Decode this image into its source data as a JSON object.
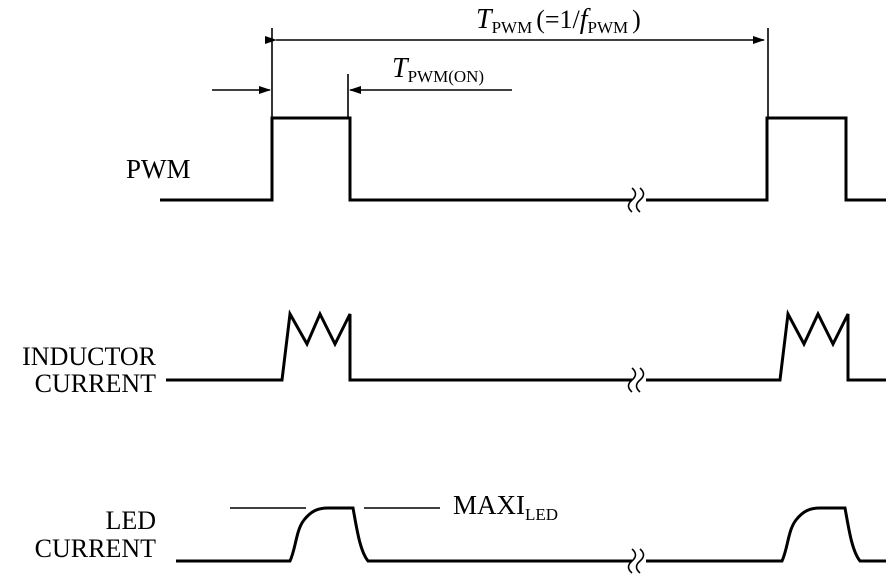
{
  "signals": {
    "pwm": {
      "label": "PWM"
    },
    "inductor": {
      "label_line1": "INDUCTOR",
      "label_line2": "CURRENT"
    },
    "led": {
      "label_line1": "LED",
      "label_line2": "CURRENT"
    }
  },
  "annotations": {
    "period": {
      "symbol": "T",
      "subscript": "PWM",
      "open": "(=1/",
      "freq_symbol": "f",
      "freq_subscript": "PWM",
      "close": ")"
    },
    "on_time": {
      "symbol": "T",
      "subscript": "PWM(ON)"
    },
    "max_led": {
      "main": "MAXI",
      "subscript": "LED"
    }
  },
  "colors": {
    "ink": "#000000",
    "background": "#ffffff"
  }
}
